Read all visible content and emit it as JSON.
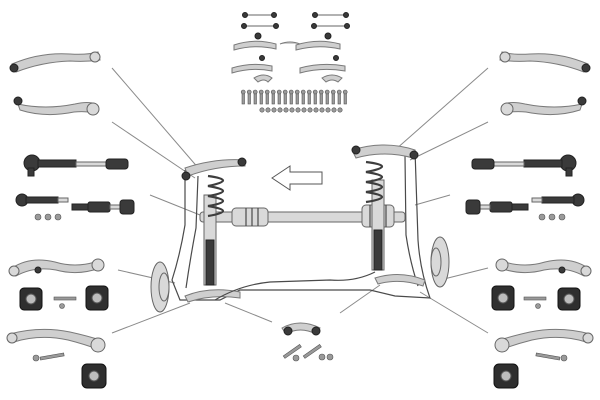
{
  "diagram": {
    "kind": "front-axle suspension parts kit exploded view",
    "palette": {
      "background": "#ffffff",
      "part_grey": "#cfcfcf",
      "part_dark": "#3a3a3a",
      "leader_line": "#8a8a8a"
    },
    "icons": [
      "direction-arrow-icon"
    ],
    "left_parts": [
      "upper-control-arm-front",
      "upper-control-arm-rear",
      "tie-rod-end-with-rod",
      "inner-tie-rod-set",
      "lower-control-arm",
      "arm-bushings",
      "lower-guide-arm",
      "guide-arm-bushing"
    ],
    "right_parts": [
      "upper-control-arm-front",
      "upper-control-arm-rear",
      "tie-rod-end-with-rod",
      "inner-tie-rod-set",
      "lower-control-arm",
      "arm-bushings",
      "lower-guide-arm",
      "guide-arm-bushing"
    ],
    "top_parts": [
      "stabilizer-links",
      "small-upper-arms",
      "bolt-kit"
    ],
    "bottom_parts": [
      "stabilizer-link-with-bolts"
    ]
  }
}
